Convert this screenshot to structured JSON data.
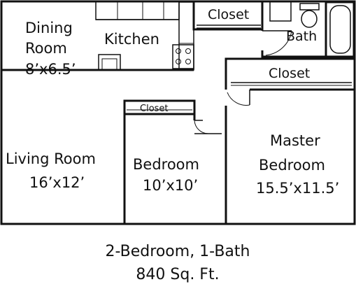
{
  "rooms": {
    "dining_name_1": "Dining",
    "dining_name_2": "Room",
    "dining_size": "8’x6.5’",
    "kitchen": "Kitchen",
    "closet_top": "Closet",
    "bath": "Bath",
    "closet_master": "Closet",
    "closet_bedroom": "Closet",
    "living_name": "Living Room",
    "living_size": "16’x12’",
    "bedroom_name": "Bedroom",
    "bedroom_size": "10’x10’",
    "master_name_1": "Master",
    "master_name_2": "Bedroom",
    "master_size": "15.5’x11.5’"
  },
  "footer": {
    "layout": "2-Bedroom, 1-Bath",
    "area": "840 Sq. Ft."
  }
}
